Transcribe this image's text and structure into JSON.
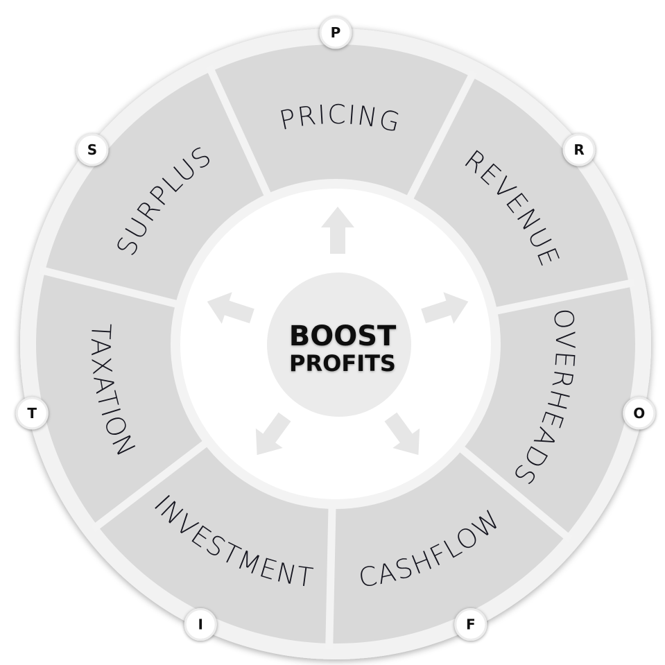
{
  "title": {
    "line1": "BOOST",
    "line2": "PROFITS"
  },
  "segments": [
    {
      "label": "PRICING",
      "letter": "P"
    },
    {
      "label": "REVENUE",
      "letter": "R"
    },
    {
      "label": "OVERHEADS",
      "letter": "O"
    },
    {
      "label": "CASHFLOW",
      "letter": "F"
    },
    {
      "label": "INVESTMENT",
      "letter": "I"
    },
    {
      "label": "TAXATION",
      "letter": "T"
    },
    {
      "label": "SURPLUS",
      "letter": "S"
    }
  ],
  "arrow_count": 5,
  "colors": {
    "ring": "#f2f2f2",
    "segment": "#d9d9d9",
    "divider": "#f3f3f3",
    "center": "#ebebeb",
    "arrow": "#e6e6e6",
    "text": "#15151f"
  }
}
